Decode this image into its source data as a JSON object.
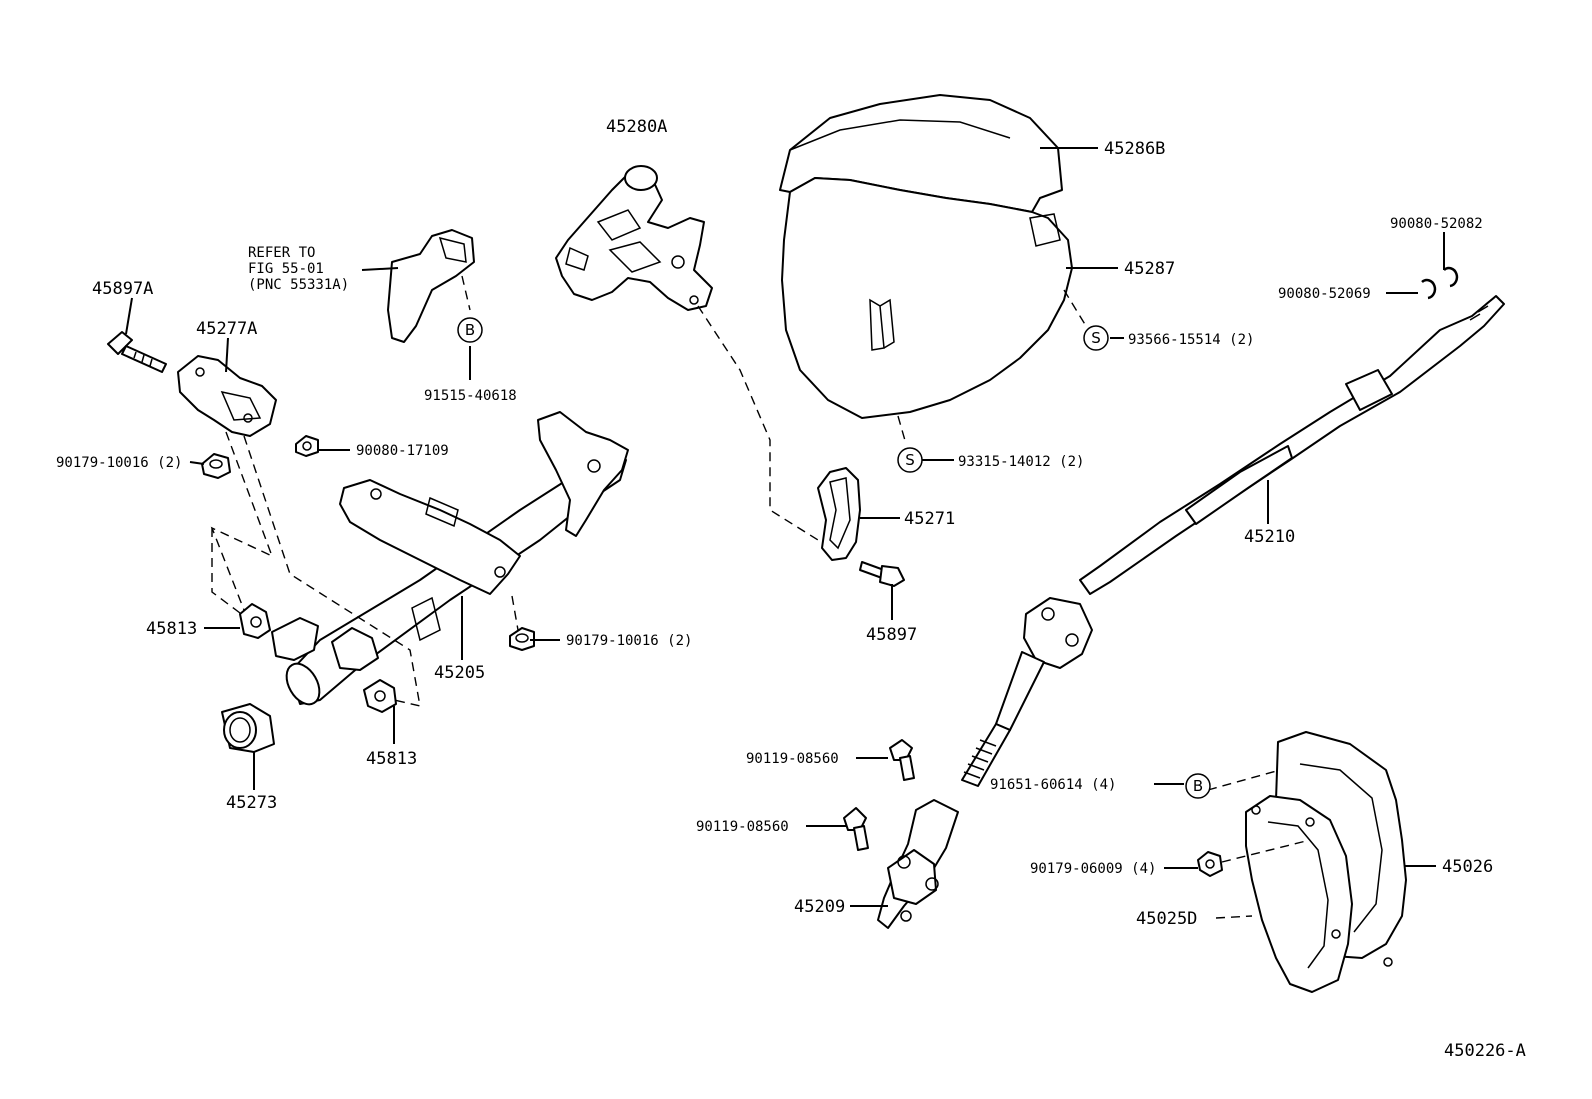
{
  "diagram_id": "450226-A",
  "reference_note": {
    "line1": "REFER TO",
    "line2": "FIG 55-01",
    "line3": "(PNC 55331A)"
  },
  "callout_symbols": {
    "b": "B",
    "s": "S"
  },
  "parts": {
    "p45280A": "45280A",
    "p45286B": "45286B",
    "p45287": "45287",
    "p90080_52082": "90080-52082",
    "p90080_52069": "90080-52069",
    "p93566": "93566-15514 (2)",
    "p93315": "93315-14012 (2)",
    "p45897A": "45897A",
    "p45277A": "45277A",
    "p91515": "91515-40618",
    "p90080_17109": "90080-17109",
    "p90179_10016_l": "90179-10016 (2)",
    "p90179_10016_r": "90179-10016 (2)",
    "p45271": "45271",
    "p45210": "45210",
    "p45813_a": "45813",
    "p45813_b": "45813",
    "p45205": "45205",
    "p45897": "45897",
    "p45273": "45273",
    "p90119_a": "90119-08560",
    "p90119_b": "90119-08560",
    "p45209": "45209",
    "p91651": "91651-60614 (4)",
    "p90179_06009": "90179-06009 (4)",
    "p45026": "45026",
    "p45025D": "45025D"
  }
}
